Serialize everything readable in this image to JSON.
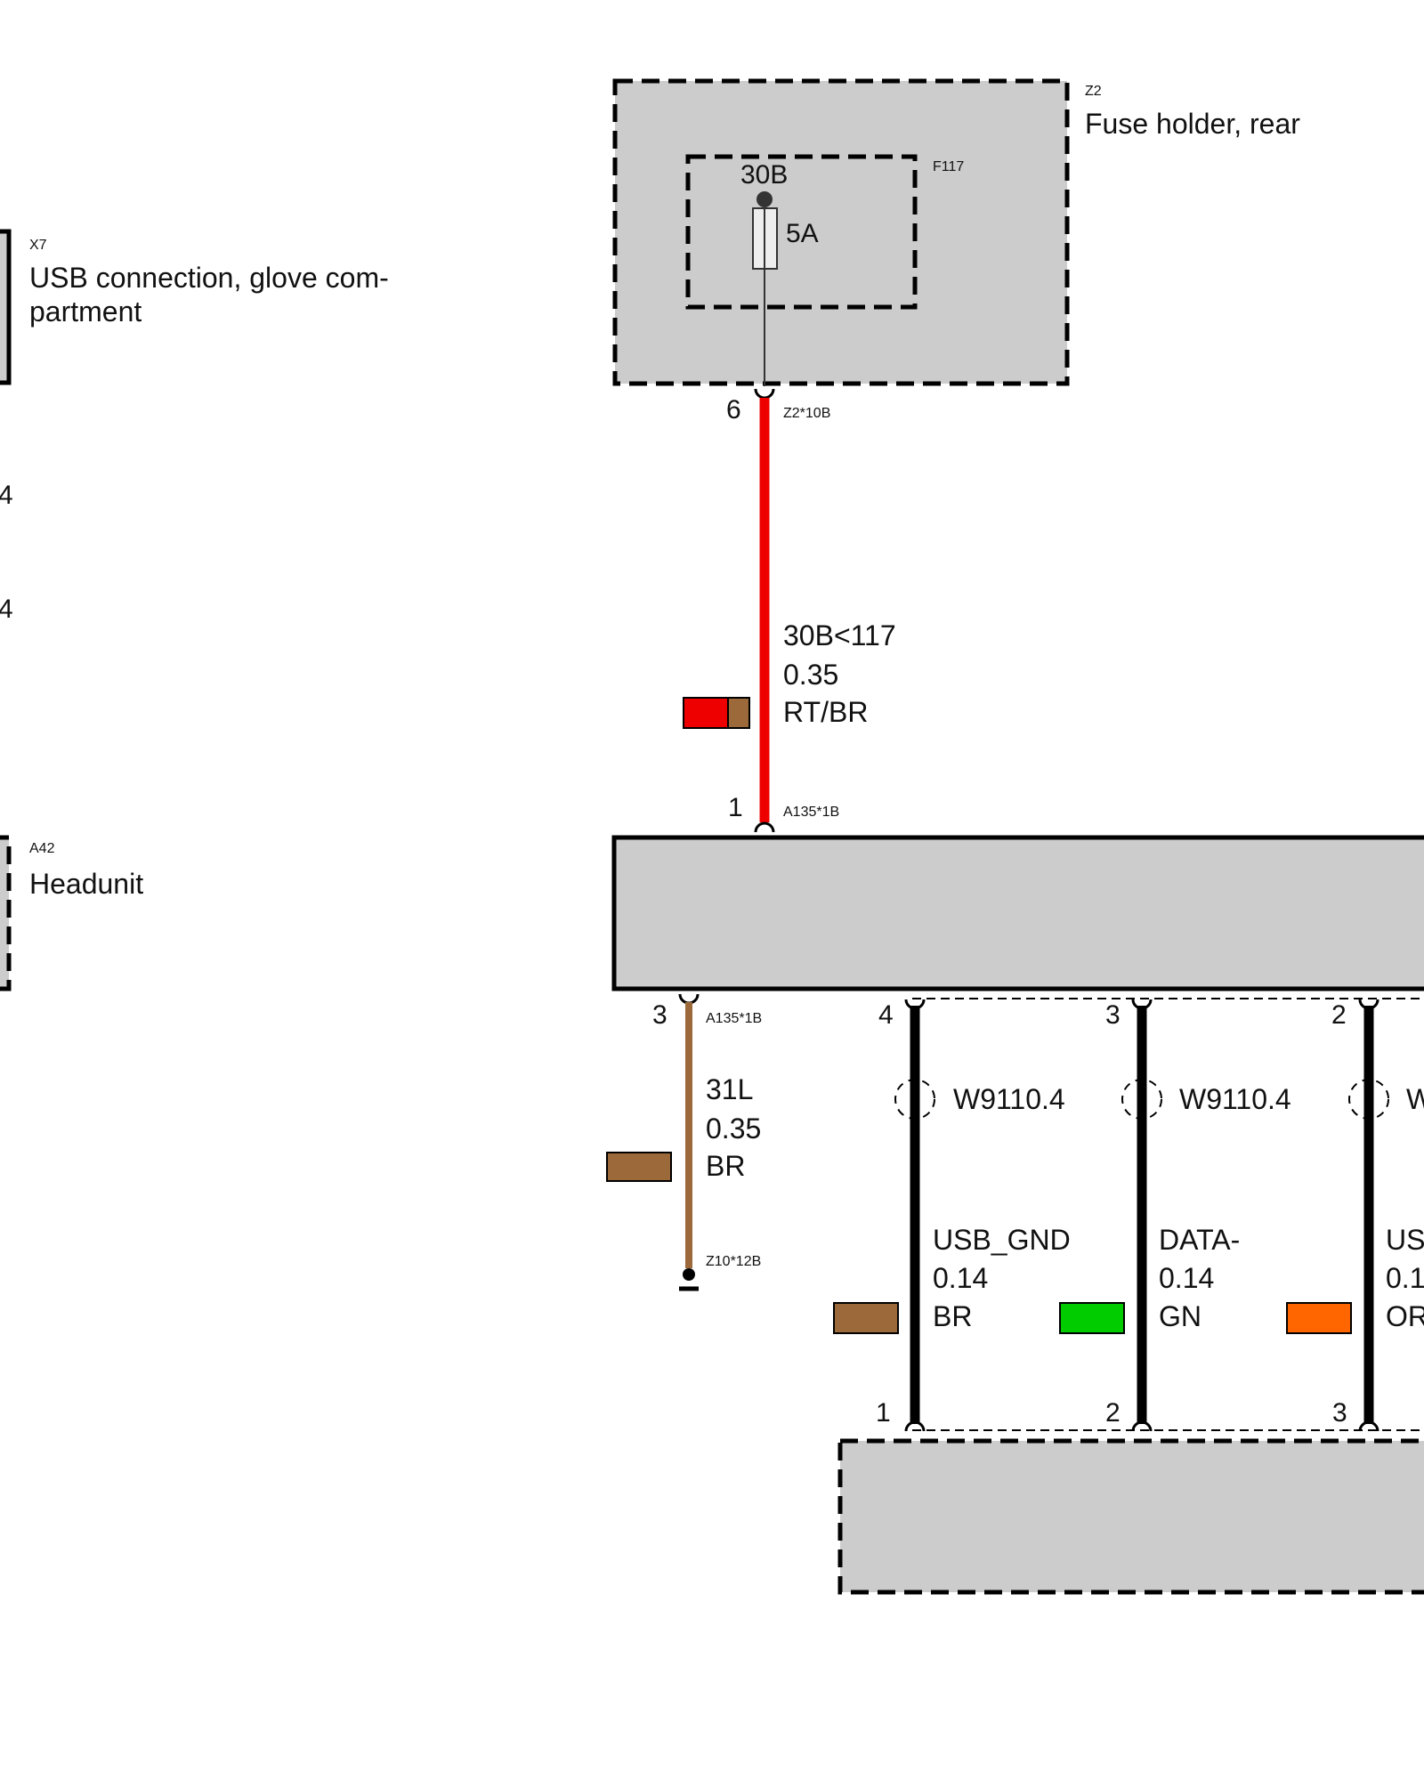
{
  "components": {
    "z2": {
      "code": "Z2",
      "name": "Fuse holder, rear"
    },
    "f117": {
      "code": "F117",
      "terminal": "30B",
      "rating": "5A"
    },
    "x7": {
      "code": "X7",
      "name_line1": "USB connection, glove com-",
      "name_line2": "partment"
    },
    "a42": {
      "code": "A42",
      "name": "Headunit"
    }
  },
  "side_pins": {
    "upper": "4",
    "lower": "4"
  },
  "pins": {
    "z2_out": {
      "number": "6",
      "connector": "Z2*10B"
    },
    "headunit_in": {
      "number": "1",
      "connector": "A135*1B"
    },
    "headunit_ground": {
      "number": "3",
      "connector": "A135*1B"
    },
    "ground_point": {
      "connector": "Z10*12B"
    },
    "usb_top": [
      "4",
      "3",
      "2"
    ],
    "usb_bottom": [
      "1",
      "2",
      "3"
    ]
  },
  "wires": {
    "supply": {
      "signal": "30B<117",
      "gauge": "0.35",
      "color_code": "RT/BR",
      "colors": [
        "#ee0000",
        "#9c6a3a"
      ]
    },
    "ground": {
      "signal": "31L",
      "gauge": "0.35",
      "color_code": "BR",
      "colors": [
        "#9c6a3a"
      ]
    },
    "usb": [
      {
        "shield": "W9110.4",
        "signal": "USB_GND",
        "gauge": "0.14",
        "color_code": "BR",
        "colors": [
          "#9c6a3a"
        ]
      },
      {
        "shield": "W9110.4",
        "signal": "DATA-",
        "gauge": "0.14",
        "color_code": "GN",
        "colors": [
          "#00cc00"
        ]
      },
      {
        "shield": "W",
        "signal": "US",
        "gauge": "0.1",
        "color_code": "OR",
        "colors": [
          "#ff6600"
        ]
      }
    ]
  },
  "colors": {
    "fill": "#cccccc",
    "line": "#000000",
    "supply_wire": "#ee0000",
    "ground_wire": "#9c6a3a"
  }
}
